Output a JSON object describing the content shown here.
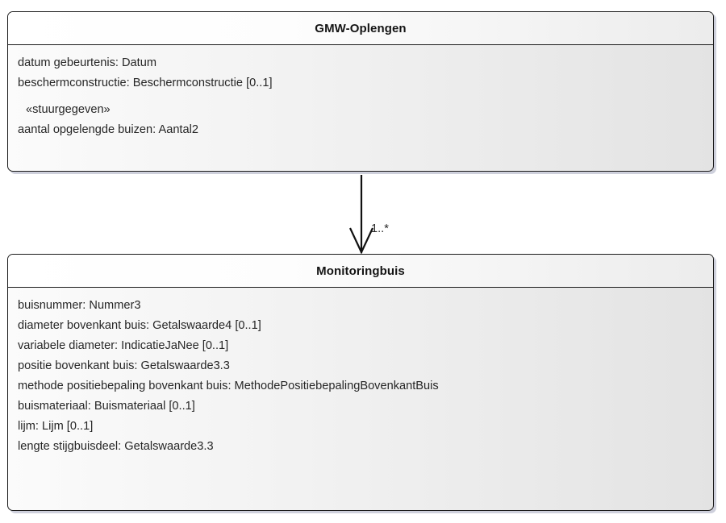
{
  "diagram": {
    "type": "uml-class-diagram",
    "background_color": "#ffffff",
    "classes": [
      {
        "name": "GMW-Oplengen",
        "attributes": [
          {
            "text": "datum gebeurtenis: Datum",
            "stereotype": false
          },
          {
            "text": "beschermconstructie: Beschermconstructie [0..1]",
            "stereotype": false
          },
          {
            "text": "«stuurgegeven»",
            "stereotype": true
          },
          {
            "text": "aantal opgelengde buizen: Aantal2",
            "stereotype": false
          }
        ]
      },
      {
        "name": "Monitoringbuis",
        "attributes": [
          {
            "text": "buisnummer: Nummer3",
            "stereotype": false
          },
          {
            "text": "diameter bovenkant buis: Getalswaarde4 [0..1]",
            "stereotype": false
          },
          {
            "text": "variabele diameter: IndicatieJaNee [0..1]",
            "stereotype": false
          },
          {
            "text": "positie bovenkant buis: Getalswaarde3.3",
            "stereotype": false
          },
          {
            "text": "methode positiebepaling bovenkant buis: MethodePositiebepalingBovenkantBuis",
            "stereotype": false
          },
          {
            "text": "buismateriaal: Buismateriaal [0..1]",
            "stereotype": false
          },
          {
            "text": "lijm: Lijm [0..1]",
            "stereotype": false
          },
          {
            "text": "lengte stijgbuisdeel: Getalswaarde3.3",
            "stereotype": false
          }
        ]
      }
    ],
    "association": {
      "from": "GMW-Oplengen",
      "to": "Monitoringbuis",
      "multiplicity": "1..*",
      "arrow_style": "open-arrowhead",
      "line_color": "#111111"
    }
  }
}
